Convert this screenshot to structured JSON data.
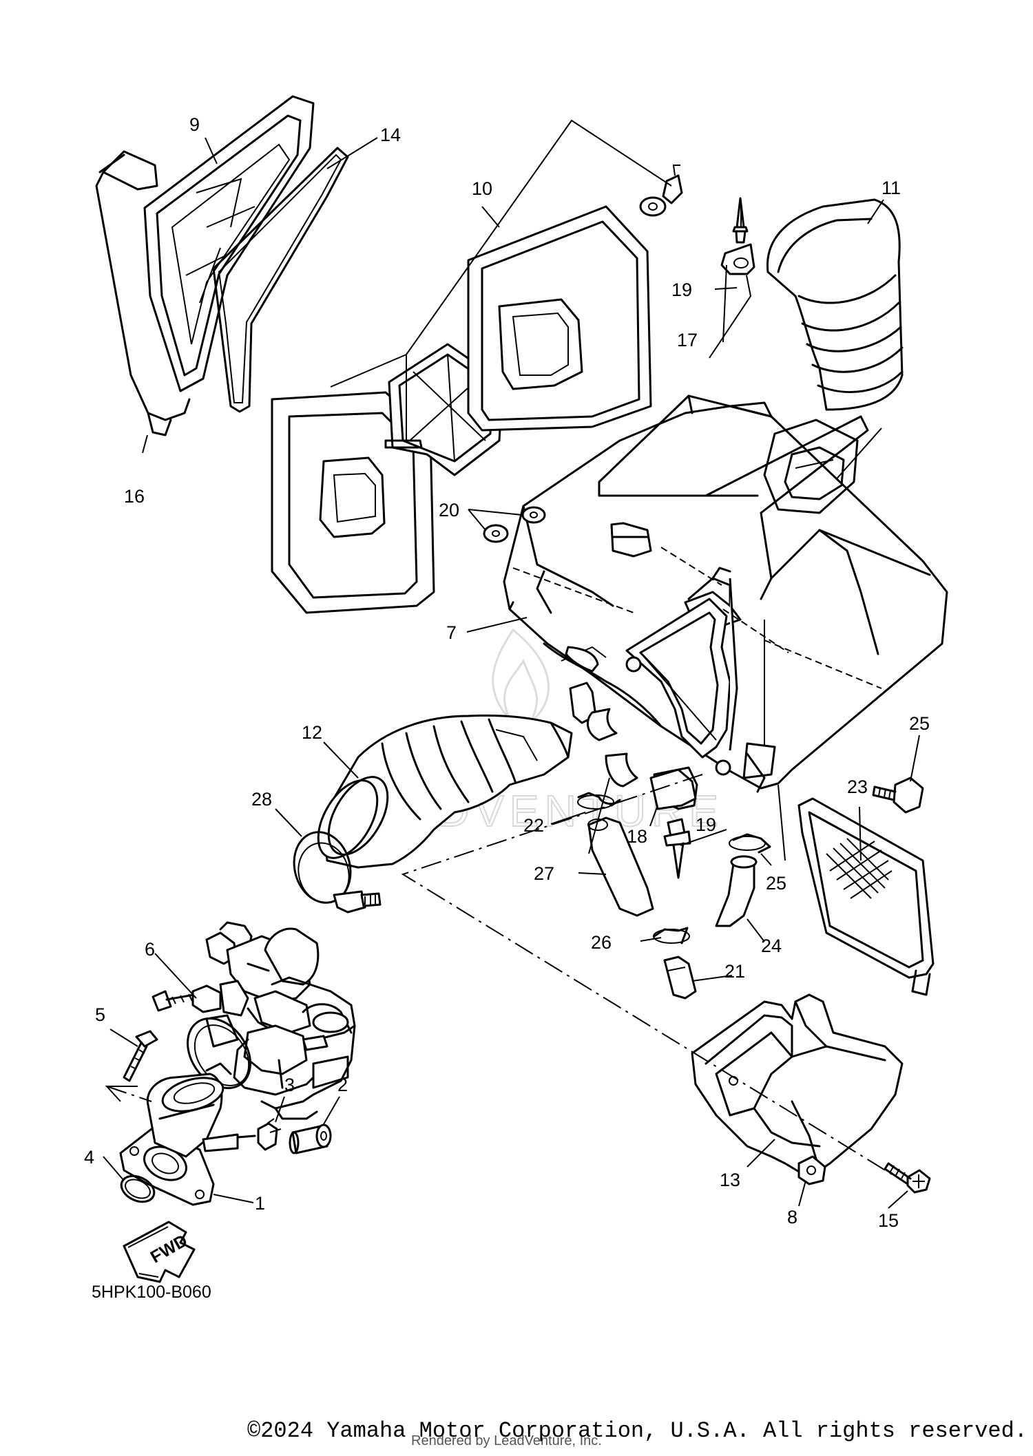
{
  "diagram_code": "5HPK100-B060",
  "fwd_label": "FWD",
  "watermark_text": "LEADVENTURE",
  "copyright": "©2024 Yamaha Motor Corporation, U.S.A. All rights reserved.",
  "rendered_by": "Rendered by LeadVenture, Inc.",
  "callouts": [
    "1",
    "2",
    "3",
    "4",
    "5",
    "6",
    "7",
    "8",
    "9",
    "10",
    "11",
    "12",
    "13",
    "14",
    "15",
    "16",
    "17",
    "18",
    "19",
    "19",
    "20",
    "21",
    "22",
    "23",
    "24",
    "25",
    "25",
    "26",
    "27",
    "28"
  ]
}
